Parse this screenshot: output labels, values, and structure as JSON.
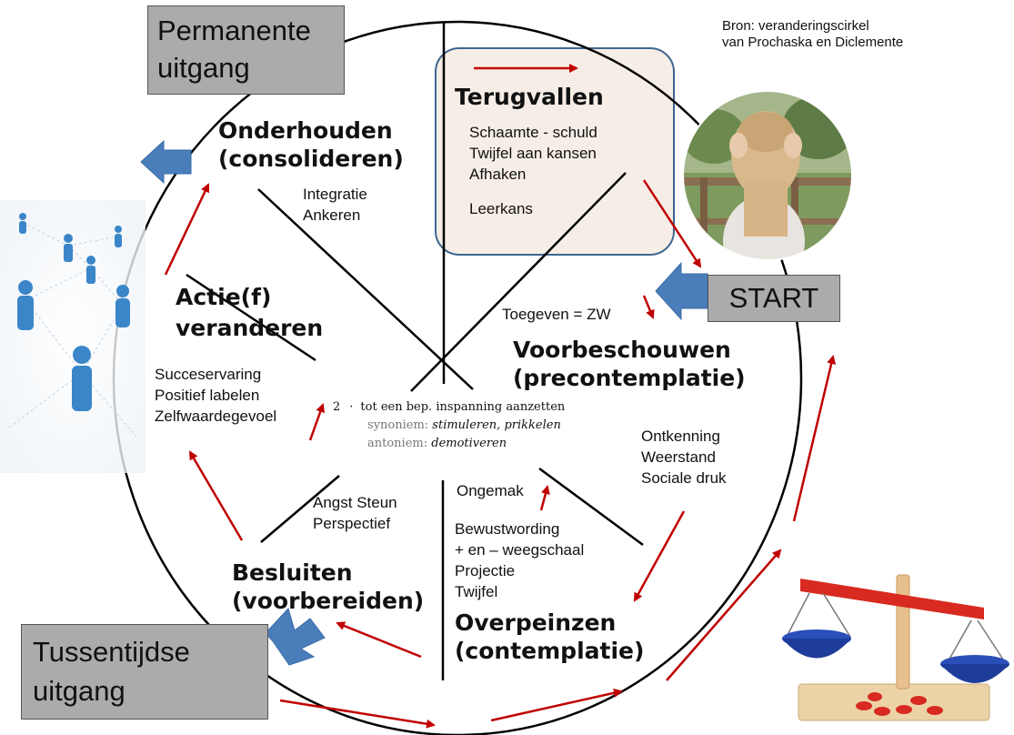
{
  "source": [
    "Bron: veranderingscirkel",
    "van Prochaska en Diclemente"
  ],
  "exits": {
    "permanent": [
      "Permanente",
      "uitgang"
    ],
    "interim": [
      "Tussentijdse",
      "uitgang"
    ]
  },
  "start_label": "START",
  "stages": {
    "relapse": {
      "title": "Terugvallen",
      "notes": [
        "Schaamte - schuld",
        "Twijfel aan kansen",
        "Afhaken",
        "Leerkans"
      ]
    },
    "maintain": {
      "title": [
        "Onderhouden",
        "(consolideren)"
      ],
      "notes": [
        "Integratie",
        "Ankeren"
      ]
    },
    "action": {
      "title": [
        "Actie(f)",
        "veranderen"
      ],
      "notes": [
        "Succeservaring",
        "Positief labelen",
        "Zelfwaardegevoel"
      ]
    },
    "precontemplation": {
      "title": [
        "Voorbeschouwen",
        "(precontemplatie)"
      ],
      "notes": [
        "Ontkenning",
        "Weerstand",
        "Sociale druk"
      ]
    },
    "decide": {
      "title": [
        "Besluiten",
        "(voorbereiden)"
      ],
      "notes": [
        "Angst Steun",
        "Perspectief"
      ]
    },
    "contemplation": {
      "title": [
        "Overpeinzen",
        "(contemplatie)"
      ],
      "notes": [
        "Ongemak",
        "Bewustwording",
        "+ en – weegschaal",
        "Projectie",
        "Twijfel"
      ]
    }
  },
  "toegeven": "Toegeven = ZW",
  "definition": {
    "number": "2",
    "bullet": "·",
    "line1": "tot een bep. inspanning aanzetten",
    "syn_label": "synoniem:",
    "syn_value": "stimuleren, prikkelen",
    "ant_label": "antoniem:",
    "ant_value": "demotiveren"
  },
  "colors": {
    "circle": "#000000",
    "arrow_red": "#c00000",
    "arrow_blue": "#4a7ebb",
    "exit_gray": "#ababab",
    "relapse_box": "#f6eee6"
  }
}
